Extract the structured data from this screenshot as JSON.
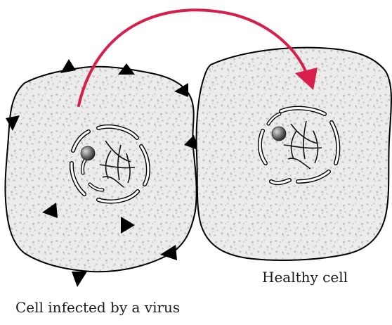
{
  "labels": {
    "healthy_cell": "Healthy cell",
    "infected_cell": "Cell infected by a virus"
  },
  "colors": {
    "outline": "#000000",
    "cytoplasm_fill": "#e9e9e9",
    "cytoplasm_speckle": "#c4c4c4",
    "arrow": "#d81e4a",
    "nucleolus_dark": "#333333",
    "nucleolus_light": "#bdbdbd"
  },
  "icons": {
    "virus_particle": "black-triangle",
    "transfer": "curved-arrow"
  }
}
